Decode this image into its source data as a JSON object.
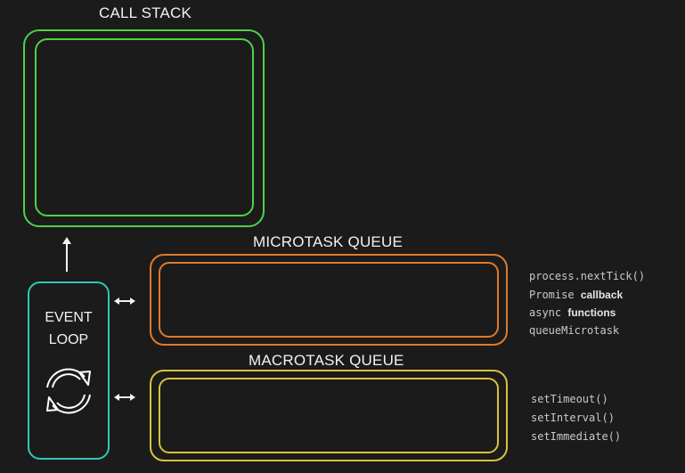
{
  "diagram": {
    "call_stack": {
      "title": "CALL STACK",
      "color": "#4fd14a"
    },
    "microtask_queue": {
      "title": "MICROTASK QUEUE",
      "color": "#e07a2a",
      "items": [
        {
          "code": "process.nextTick()",
          "bold": ""
        },
        {
          "code": "Promise",
          "bold": "callback"
        },
        {
          "code": "async",
          "bold": "functions"
        },
        {
          "code": "queueMicrotask",
          "bold": ""
        }
      ]
    },
    "macrotask_queue": {
      "title": "MACROTASK QUEUE",
      "color": "#d9c23c",
      "items": [
        {
          "code": "setTimeout()"
        },
        {
          "code": "setInterval()"
        },
        {
          "code": "setImmediate()"
        }
      ]
    },
    "event_loop": {
      "line1": "EVENT",
      "line2": "LOOP",
      "color": "#2fc8b6",
      "icon": "refresh-cycle-icon"
    },
    "arrow_color": "#f2f2f2"
  }
}
